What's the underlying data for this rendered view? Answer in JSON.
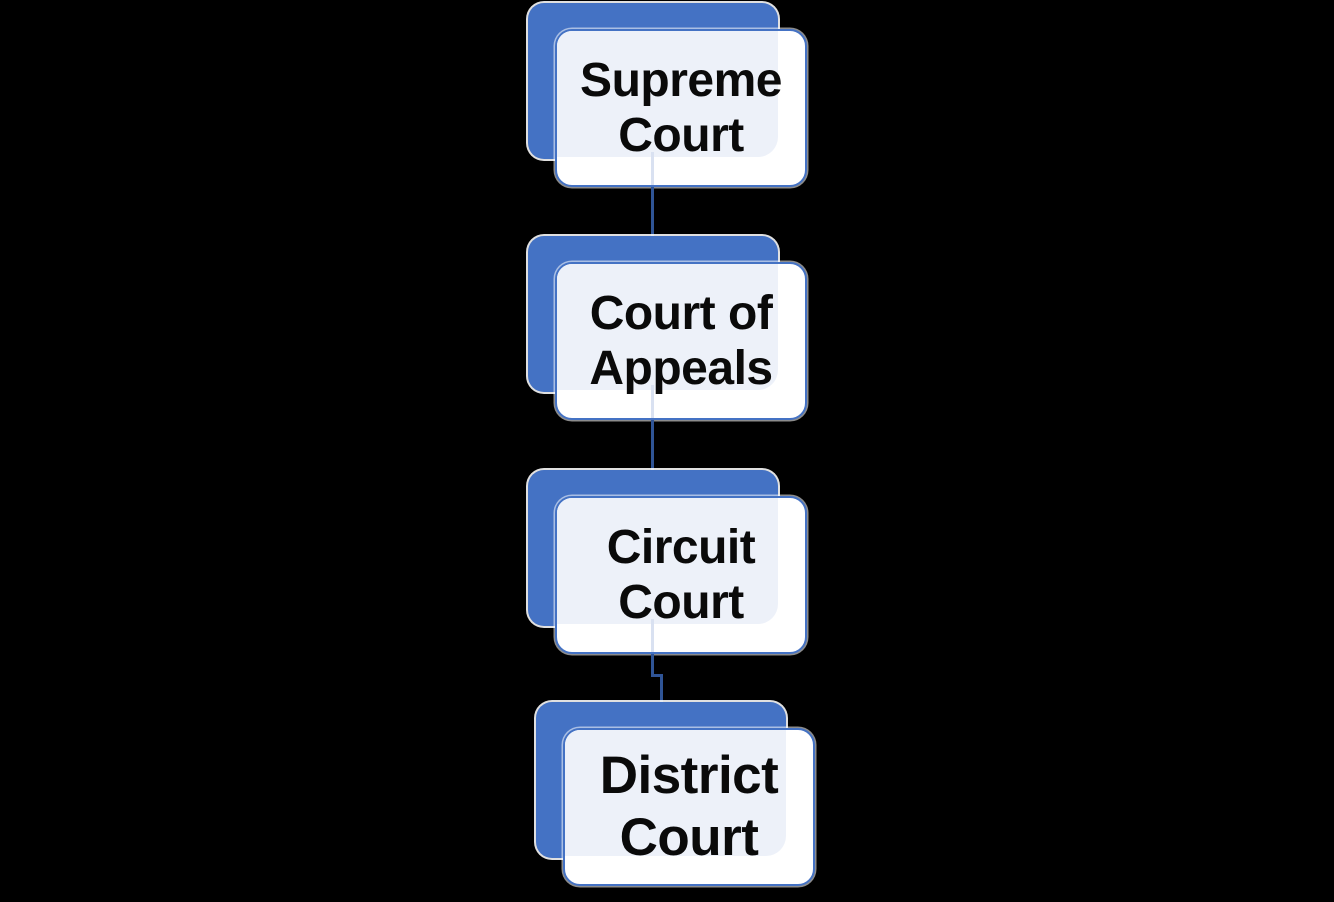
{
  "diagram": {
    "type": "flowchart",
    "description": "Vertical court hierarchy organization chart",
    "background_color": "#000000",
    "colors": {
      "shape_fill_blue": "#4472C4",
      "shape_border_blue": "#4472C4",
      "shape_front_fill": "#FFFFFF",
      "shape_tint_fill": "#EDF1F9",
      "shape_halo": "#FFFFFF",
      "connector": "#2F5496",
      "connector_faint": "#D9E1F1",
      "text": "#0A0A0A"
    },
    "nodes": [
      {
        "id": "supreme-court",
        "label": "Supreme Court"
      },
      {
        "id": "court-of-appeals",
        "label": "Court of Appeals"
      },
      {
        "id": "circuit-court",
        "label": "Circuit Court"
      },
      {
        "id": "district-court",
        "label": "District Court"
      }
    ],
    "connectors": [
      {
        "from": "supreme-court",
        "to": "court-of-appeals",
        "shape": "straight"
      },
      {
        "from": "court-of-appeals",
        "to": "circuit-court",
        "shape": "straight"
      },
      {
        "from": "circuit-court",
        "to": "district-court",
        "shape": "elbow-right-jog"
      }
    ]
  }
}
